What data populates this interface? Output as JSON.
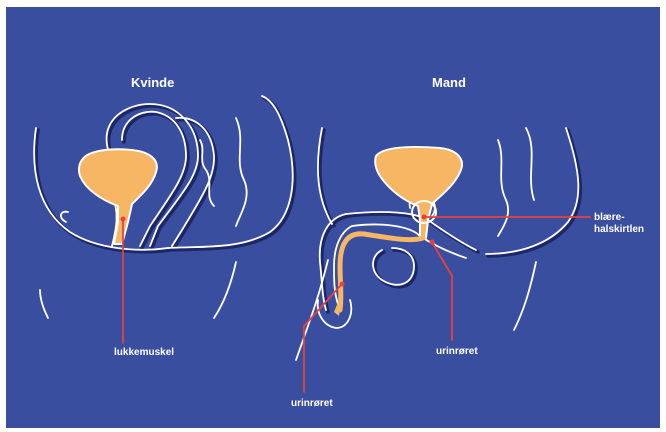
{
  "female": {
    "title": "Kvinde",
    "label_sphincter": "lukkemuskel"
  },
  "male": {
    "title": "Mand",
    "label_urethra_lower": "urinrøret",
    "label_urethra_mid": "urinrøret",
    "label_prostate_line1": "blære-",
    "label_prostate_line2": "halskirtlen"
  },
  "colors": {
    "background": "#3a4ea0",
    "organ": "#f7b663",
    "outline": "#ffffff",
    "pointer": "#e8423f"
  }
}
